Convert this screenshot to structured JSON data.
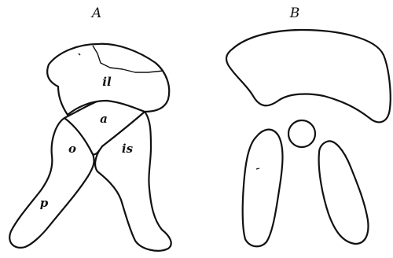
{
  "figure": {
    "panel_a": {
      "heading": "A",
      "labels": {
        "ilium": "il",
        "acetabulum": "a",
        "os": "o",
        "ischium": "is",
        "pubis": "p"
      }
    },
    "panel_b": {
      "heading": "B"
    }
  }
}
